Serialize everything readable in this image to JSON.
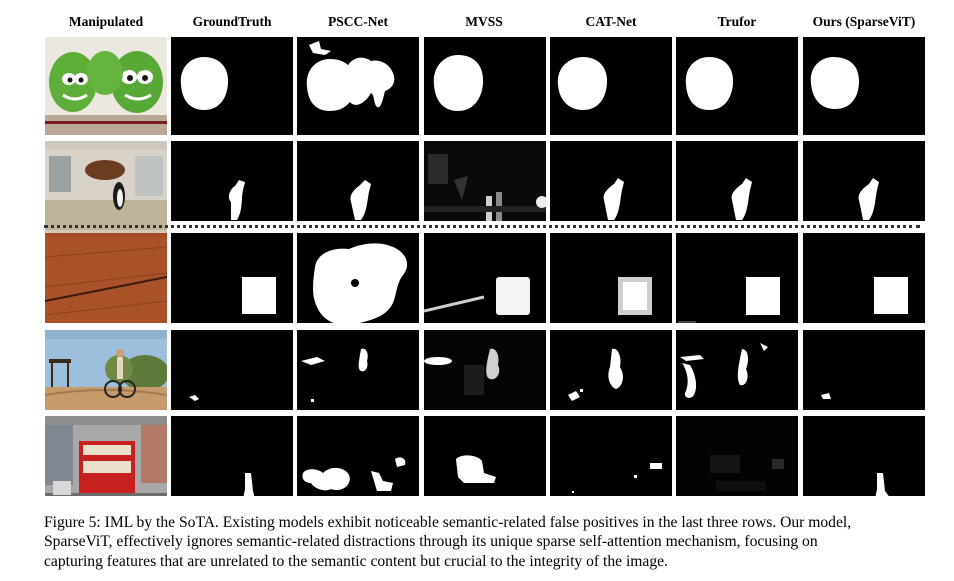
{
  "figure": {
    "columns": [
      "Manipulated",
      "GroundTruth",
      "PSCC-Net",
      "MVSS",
      "CAT-Net",
      "Trufor",
      "Ours (SparseViT)"
    ],
    "caption_lines": [
      "Figure 5: IML by the SoTA. Existing models exhibit noticeable semantic-related false positives in the last three rows. Our model,",
      "SparseViT, effectively ignores semantic-related distractions through its unique sparse self-attention mechanism, focusing on",
      "capturing features that are unrelated to the semantic content but crucial to the integrity of the image."
    ],
    "rows": [
      "row-1-balloons",
      "row-2-penguin",
      "row-3-wood-square",
      "row-4-cyclist",
      "row-5-street-bus"
    ]
  }
}
